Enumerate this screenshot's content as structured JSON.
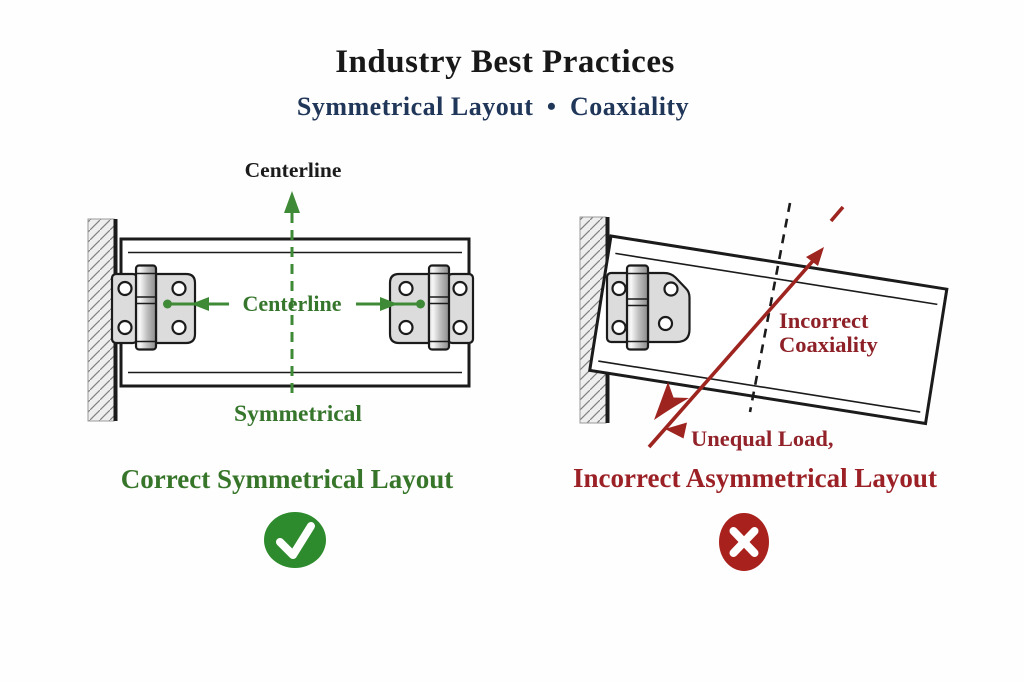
{
  "title": "Industry Best Practices",
  "subtitle": "Symmetrical Layout • Coaxiality",
  "left_diagram": {
    "centerline_top_label": "Centerline",
    "centerline_mid_label": "Centerline",
    "symmetrical_label": "Symmetrical",
    "caption": "Correct Symmetrical Layout",
    "status_icon": "check-icon"
  },
  "right_diagram": {
    "coaxiality_label_line1": "Incorrect",
    "coaxiality_label_line2": "Coaxiality",
    "unequal_load_label": "Unequal Load,",
    "caption": "Incorrect Asymmetrical Layout",
    "status_icon": "x-icon"
  },
  "colors": {
    "green_line": "#3e8a36",
    "green_text": "#36752c",
    "check_green": "#2e8b2d",
    "red_line": "#9e2420",
    "red_text": "#932127",
    "x_red": "#a8211d",
    "navy": "#20375a",
    "ink": "#1b1b1b"
  }
}
